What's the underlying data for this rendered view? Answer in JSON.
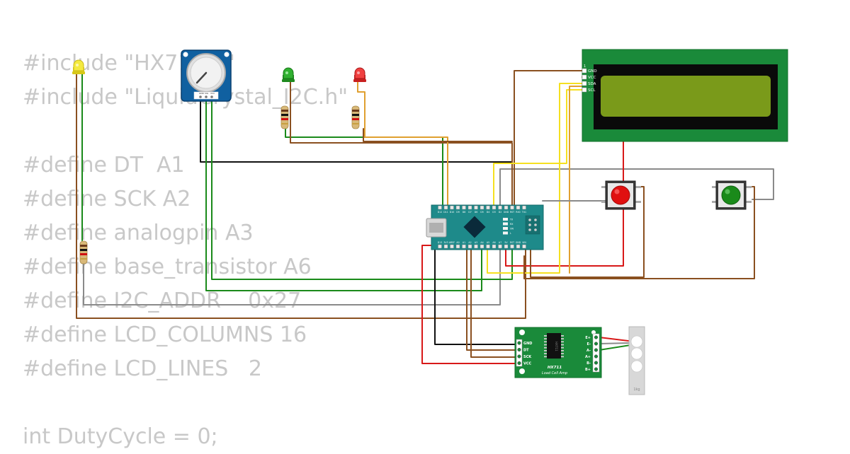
{
  "code_lines": [
    "#include \"HX711.h\"",
    "#include \"LiquidCrystal_I2C.h\"",
    "",
    "#define DT  A1",
    "#define SCK A2",
    "#define analogpin A3",
    "#define base_transistor A6",
    "#define I2C_ADDR    0x27",
    "#define LCD_COLUMNS 16",
    "#define LCD_LINES   2",
    "",
    "int DutyCycle = 0;"
  ],
  "lcd": {
    "pins": [
      "GND",
      "VCC",
      "SDA",
      "SCL"
    ],
    "pin1_marker": "1",
    "bezel_color": "#1a8a3a",
    "screen_color": "#7a9a1a"
  },
  "arduino": {
    "top_pins": [
      "D12",
      "D11",
      "D10",
      "D9",
      "D8",
      "D7",
      "D6",
      "D5",
      "D4",
      "D3",
      "D2",
      "GND",
      "RST",
      "RX0",
      "TX1"
    ],
    "bottom_pins": [
      "D13",
      "3V3",
      "AREF",
      "A0",
      "A1",
      "A2",
      "A3",
      "A4",
      "A5",
      "A6",
      "A7",
      "5V",
      "RST",
      "GND",
      "VIN"
    ],
    "led_labels": [
      "TX",
      "RX",
      "ON",
      "L"
    ],
    "board_color": "#1e8a8a"
  },
  "hx711": {
    "left_pins": [
      "GND",
      "DT",
      "SCK",
      "VCC"
    ],
    "right_pins": [
      "E+",
      "E-",
      "A-",
      "A+",
      "B-",
      "B+"
    ],
    "chip_label": "HX711",
    "title": "HX711",
    "subtitle": "Load Cell Amp",
    "board_color": "#1a8a3a"
  },
  "potentiometer": {
    "pins": [
      "GND",
      "SIG",
      "VCC"
    ]
  },
  "leds": [
    {
      "id": "yellow",
      "color": "#f0e030"
    },
    {
      "id": "green",
      "color": "#2aa02a"
    },
    {
      "id": "red",
      "color": "#e03030"
    }
  ],
  "buttons": [
    {
      "id": "red",
      "color": "#e01010"
    },
    {
      "id": "green",
      "color": "#1a8a1a"
    }
  ],
  "load_cell": {
    "label": "1kg"
  },
  "wire_colors": {
    "black": "#111111",
    "green": "#1a8a1a",
    "brown": "#8a5020",
    "yellow": "#f5e020",
    "orange": "#e0a030",
    "red": "#d81818",
    "gray": "#8a8a8a"
  }
}
